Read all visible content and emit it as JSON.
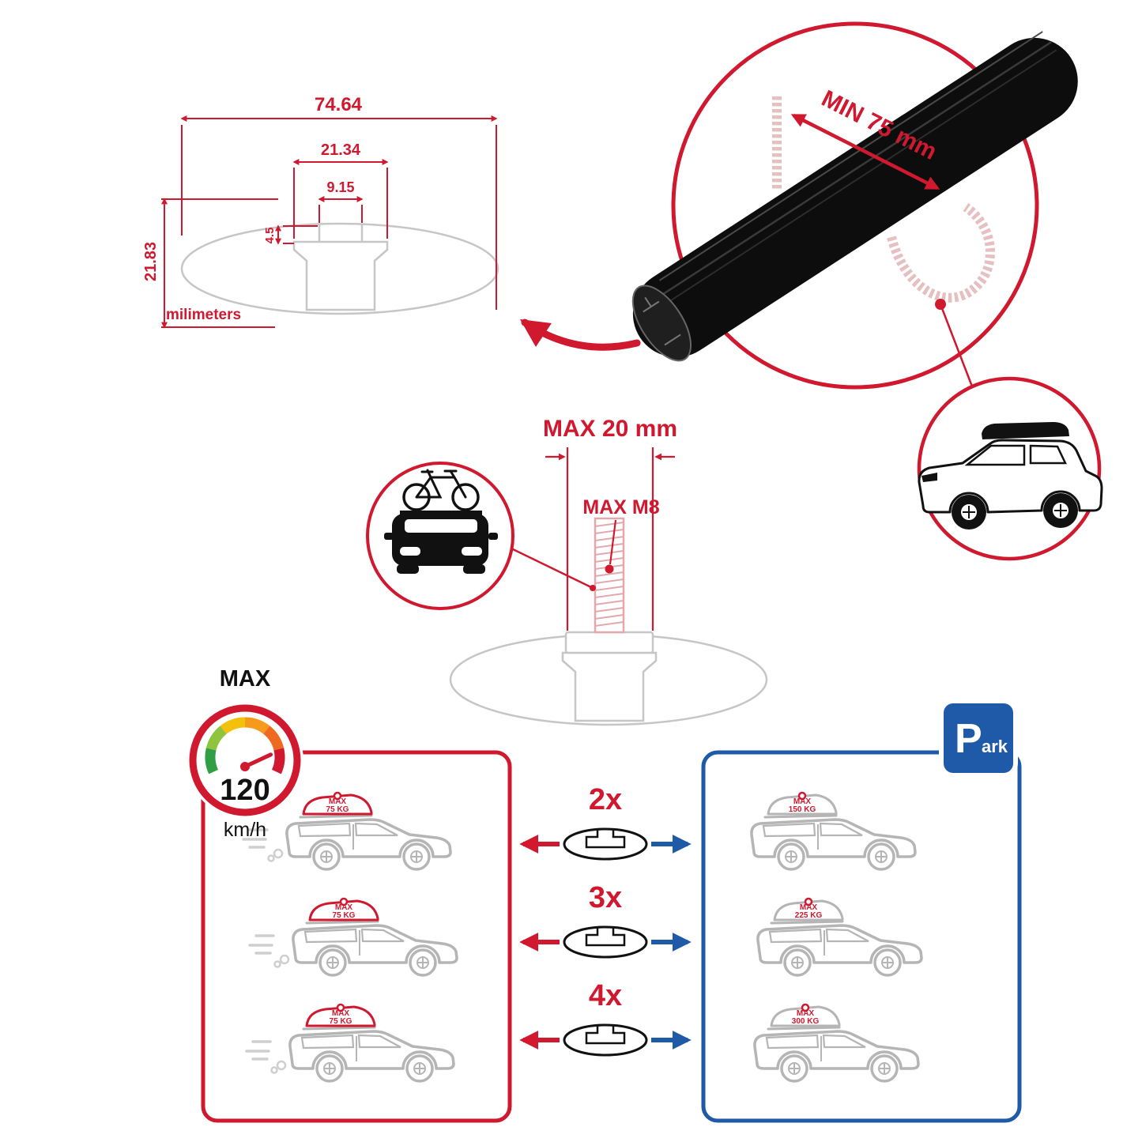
{
  "colors": {
    "red": "#d0182f",
    "blue": "#1e5aa8",
    "gray_outline": "#b5b5b5",
    "black": "#111111"
  },
  "dimension_diagram": {
    "overall_width": "74.64",
    "channel_width": "21.34",
    "slot_width": "9.15",
    "slot_depth": "4.5",
    "overall_height": "21.83",
    "unit_label": "milimeters"
  },
  "bar_detail": {
    "min_clamp_label": "MIN 75 mm"
  },
  "bolt_spec": {
    "max_length_label": "MAX 20 mm",
    "max_thread_label": "MAX M8"
  },
  "speed_limit": {
    "label": "MAX",
    "value": "120",
    "unit": "km/h"
  },
  "park_sign": {
    "letter": "P",
    "rest": "ark"
  },
  "crossbar_counts": [
    "2x",
    "3x",
    "4x"
  ],
  "driving_cars": [
    {
      "max": "MAX",
      "load": "75 KG"
    },
    {
      "max": "MAX",
      "load": "75 KG"
    },
    {
      "max": "MAX",
      "load": "75 KG"
    }
  ],
  "parked_cars": [
    {
      "max": "MAX",
      "load": "150 KG"
    },
    {
      "max": "MAX",
      "load": "225 KG"
    },
    {
      "max": "MAX",
      "load": "300 KG"
    }
  ]
}
